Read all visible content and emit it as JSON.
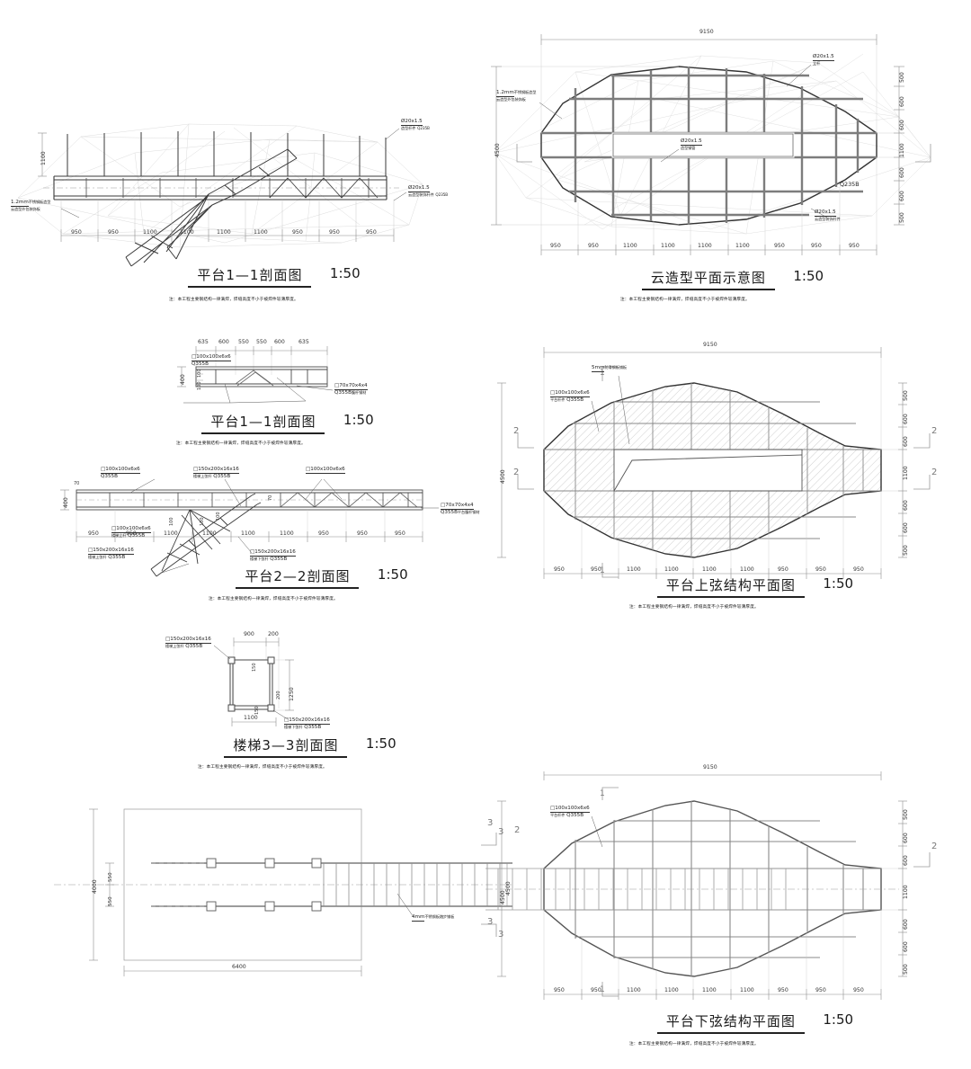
{
  "sheet": {
    "note_standard": "注：本工程主要钢结构一律满焊，焊缝高度不小于被焊件较薄厚度。",
    "scale": "1:50"
  },
  "drawings": [
    {
      "id": "platform-section-1-1-elevation",
      "title": "平台1—1剖面图",
      "scale": "1:50",
      "note": "注：本工程主要钢结构一律满焊，焊缝高度不小于被焊件较薄厚度。",
      "dims_bottom": [
        "950",
        "950",
        "1100",
        "1100",
        "1100",
        "1100",
        "950",
        "950",
        "950"
      ],
      "dims_left": [
        "1100"
      ],
      "callouts": [
        {
          "spec": "Ø20x1.5",
          "sub": "造型杆件",
          "grade": "Q235B"
        },
        {
          "spec": "Ø20x1.5",
          "sub": "云造型装饰杆件",
          "grade": "Q235B"
        },
        {
          "spec": "1.2mm",
          "sub": "不锈钢板造型",
          "grade": "云造型外包装饰板"
        }
      ]
    },
    {
      "id": "cloud-form-plan",
      "title": "云造型平面示意图",
      "scale": "1:50",
      "note": "注：本工程主要钢结构一律满焊，焊缝高度不小于被焊件较薄厚度。",
      "dim_top": "9150",
      "dim_left": "4500",
      "dims_bottom": [
        "950",
        "950",
        "1100",
        "1100",
        "1100",
        "1100",
        "950",
        "950",
        "950"
      ],
      "dims_right": [
        "500",
        "600",
        "600",
        "1100",
        "600",
        "600",
        "500"
      ],
      "callouts": [
        {
          "spec": "Ø20x1.5",
          "sub": "立杆"
        },
        {
          "spec": "Ø20x1.5",
          "sub": "造型钢管"
        },
        {
          "spec": "Ø20x1.5",
          "sub": "云造型装饰杆件"
        },
        {
          "spec": "1.2mm",
          "sub": "不锈钢板造型",
          "grade": "云造型外包装饰板"
        },
        {
          "spec": "Q235B"
        }
      ]
    },
    {
      "id": "platform-section-1-1-detail",
      "title": "平台1—1剖面图",
      "scale": "1:50",
      "note": "注：本工程主要钢结构一律满焊，焊缝高度不小于被焊件较薄厚度。",
      "dims_top": [
        "635",
        "600",
        "550",
        "550",
        "600",
        "635"
      ],
      "dims_left": [
        "400"
      ],
      "dims_inner": [
        "100",
        "100"
      ],
      "callouts": [
        {
          "spec": "□100x100x6x6",
          "grade": "Q355B"
        },
        {
          "spec": "□70x70x4x4",
          "grade": "Q355B",
          "sub": "腹杆钢材"
        }
      ]
    },
    {
      "id": "platform-section-2-2",
      "title": "平台2—2剖面图",
      "scale": "1:50",
      "note": "注：本工程主要钢结构一律满焊，焊缝高度不小于被焊件较薄厚度。",
      "dims_bottom": [
        "950",
        "950",
        "1100",
        "1100",
        "1100",
        "1100",
        "950",
        "950",
        "950"
      ],
      "dims_left": [
        "400"
      ],
      "dims_small": [
        "70",
        "70",
        "100",
        "100",
        "100"
      ],
      "callouts": [
        {
          "spec": "□100x100x6x6",
          "grade": "Q355B"
        },
        {
          "spec": "□150x200x16x16",
          "sub": "楼梯上弦杆",
          "grade": "Q355B"
        },
        {
          "spec": "□100x100x6x6",
          "grade": "Q355B"
        },
        {
          "spec": "□70x70x4x4",
          "grade": "Q355B",
          "sub": "平台腹杆钢材"
        },
        {
          "spec": "□100x100x6x6",
          "sub": "楼梯立杆",
          "grade": "Q355B"
        },
        {
          "spec": "□150x200x16x16",
          "sub": "楼梯上弦杆",
          "grade": "Q355B"
        },
        {
          "spec": "□150x200x16x16",
          "sub": "楼梯下弦杆",
          "grade": "Q355B"
        }
      ]
    },
    {
      "id": "stair-section-3-3",
      "title": "楼梯3—3剖面图",
      "scale": "1:50",
      "note": "注：本工程主要钢结构一律满焊，焊缝高度不小于被焊件较薄厚度。",
      "dims_top": [
        "900",
        "200"
      ],
      "dims_bottom": [
        "1100"
      ],
      "dims_right": [
        "1250"
      ],
      "dims_inner": [
        "150",
        "200",
        "150"
      ],
      "callouts": [
        {
          "spec": "□150x200x16x16",
          "sub": "楼梯上弦杆",
          "grade": "Q355B"
        },
        {
          "spec": "□150x200x16x16",
          "sub": "楼梯下弦杆",
          "grade": "Q355B"
        }
      ]
    },
    {
      "id": "platform-top-chord-plan",
      "title": "平台上弦结构平面图",
      "scale": "1:50",
      "note": "注：本工程主要钢结构一律满焊，焊缝高度不小于被焊件较薄厚度。",
      "dim_top": "9150",
      "dim_left": "4500",
      "dims_bottom": [
        "950",
        "950",
        "1100",
        "1100",
        "1100",
        "1100",
        "950",
        "950",
        "950"
      ],
      "dims_right": [
        "500",
        "600",
        "600",
        "1100",
        "600",
        "600",
        "500"
      ],
      "section_marks": [
        "1",
        "2",
        "2",
        "1",
        "2",
        "2"
      ],
      "callouts": [
        {
          "spec": "5mm",
          "sub": "防滑钢板铺板"
        },
        {
          "spec": "□100x100x6x6",
          "sub": "平台杆件",
          "grade": "Q355B"
        }
      ]
    },
    {
      "id": "stair-plan-overall",
      "title": "",
      "scale": "",
      "dims_left": [
        "4000",
        "550",
        "550"
      ],
      "dims_bottom": [
        "6400"
      ],
      "dims_right": [
        "4500"
      ],
      "section_marks": [
        "3",
        "3"
      ],
      "callouts": [
        {
          "spec": "4mm",
          "sub": "不锈钢板踏步铺板"
        }
      ]
    },
    {
      "id": "platform-bottom-chord-plan",
      "title": "平台下弦结构平面图",
      "scale": "1:50",
      "note": "注：本工程主要钢结构一律满焊，焊缝高度不小于被焊件较薄厚度。",
      "dim_top": "9150",
      "dim_left": "4500",
      "dims_bottom": [
        "950",
        "950",
        "1100",
        "1100",
        "1100",
        "1100",
        "950",
        "950",
        "950"
      ],
      "dims_right": [
        "500",
        "600",
        "600",
        "1100",
        "600",
        "600",
        "500"
      ],
      "section_marks": [
        "1",
        "2",
        "3",
        "3",
        "2",
        "1",
        "2"
      ],
      "callouts": [
        {
          "spec": "□100x100x6x6",
          "sub": "平台杆件",
          "grade": "Q355B"
        }
      ]
    }
  ],
  "colors": {
    "line": "#2b2b2b",
    "thin": "#9a9a9a",
    "ghost": "#d8d8d8",
    "dim": "#888888",
    "hatch": "#b9b9b9",
    "steel": "#6f6f6f"
  }
}
